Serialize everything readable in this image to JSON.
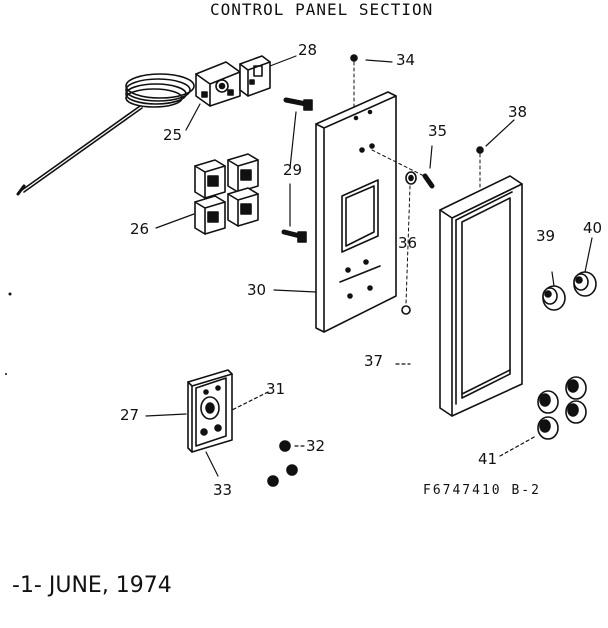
{
  "header": {
    "title": "CONTROL PANEL SECTION"
  },
  "footer": {
    "date_line": "-1- JUNE, 1974",
    "drawing_code": "F6747410 B-2"
  },
  "callouts": {
    "c25": "25",
    "c26": "26",
    "c27": "27",
    "c28": "28",
    "c29": "29",
    "c30": "30",
    "c31": "31",
    "c32": "32",
    "c33": "33",
    "c34": "34",
    "c35": "35",
    "c36": "36",
    "c37": "37",
    "c38": "38",
    "c39": "39",
    "c40": "40",
    "c41": "41"
  }
}
